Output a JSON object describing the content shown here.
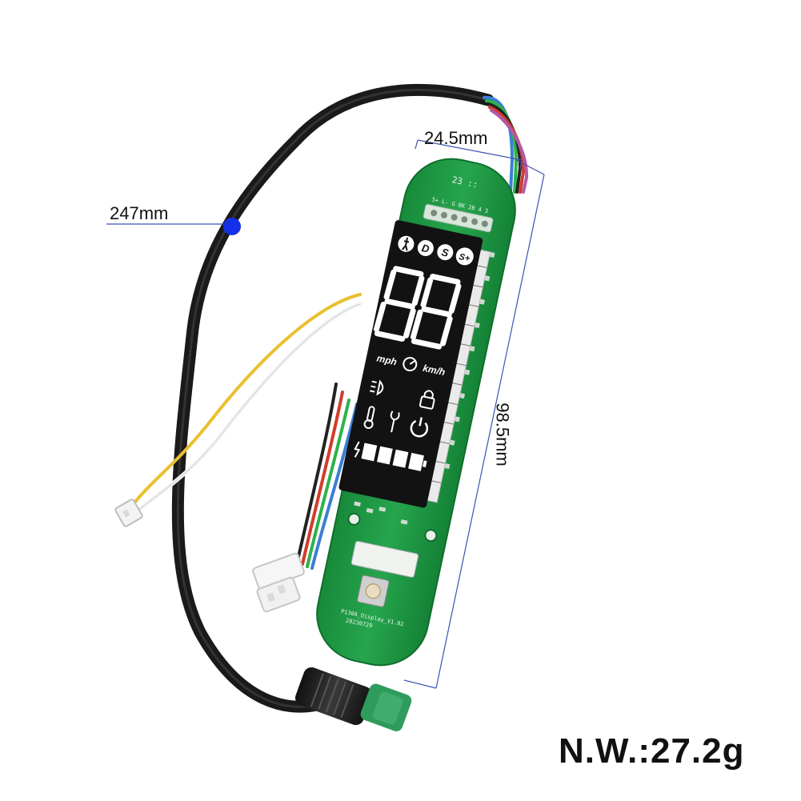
{
  "dimensions": {
    "width": "24.5mm",
    "cable_length": "247mm",
    "height": "98.5mm"
  },
  "net_weight": "N.W.:27.2g",
  "display": {
    "mode_icons": [
      "pedestrian-icon",
      "D",
      "S",
      "S+"
    ],
    "speed_digits": "88",
    "unit_mph": "mph",
    "unit_kmh": "km/h",
    "battery_segments": 4
  },
  "pcb": {
    "board_label": "P130A_Display_V1.02",
    "board_date": "20230729",
    "connector_pins": "5+ L- G BK 2B 4 3",
    "top_marking": "23 ::"
  },
  "colors": {
    "pcb_green": "#1f9a45",
    "lcd_black": "#121212",
    "cable_black": "#1a1a1a",
    "dimension_line": "#3b54b0",
    "marker_dot": "#1330e8",
    "connector_green": "#2f9b5c"
  }
}
